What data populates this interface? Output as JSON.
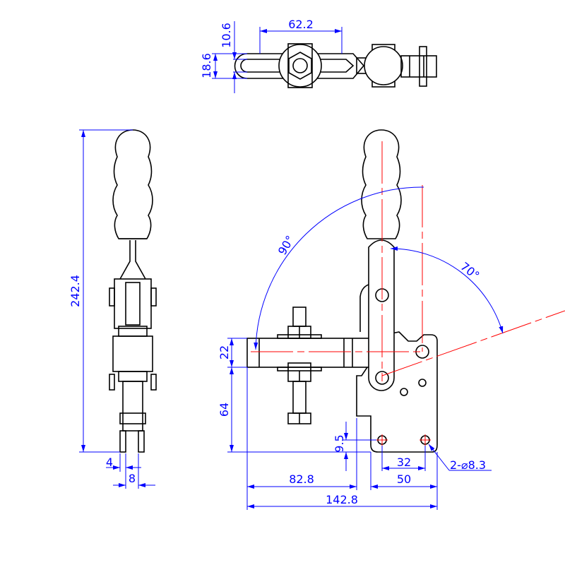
{
  "drawing": {
    "top_view": {
      "dims": {
        "width_slot": "62.2",
        "slot_width": "10.6",
        "bar_height": "18.6"
      }
    },
    "side_view": {
      "dims": {
        "overall_height": "242.4",
        "spindle_gap": "4",
        "spindle_width": "8"
      }
    },
    "front_view": {
      "dims": {
        "open_angle": "90°",
        "handle_angle": "70°",
        "arm_height": "22",
        "arm_offset": "64",
        "hole_offset": "9.5",
        "hole_spacing": "32",
        "base_width": "50",
        "arm_reach": "82.8",
        "overall_length": "142.8",
        "mount_holes": "2-⌀8.3"
      }
    },
    "colors": {
      "outline": "#000000",
      "dimension": "#0000ff",
      "centerline": "#ff0000"
    }
  }
}
